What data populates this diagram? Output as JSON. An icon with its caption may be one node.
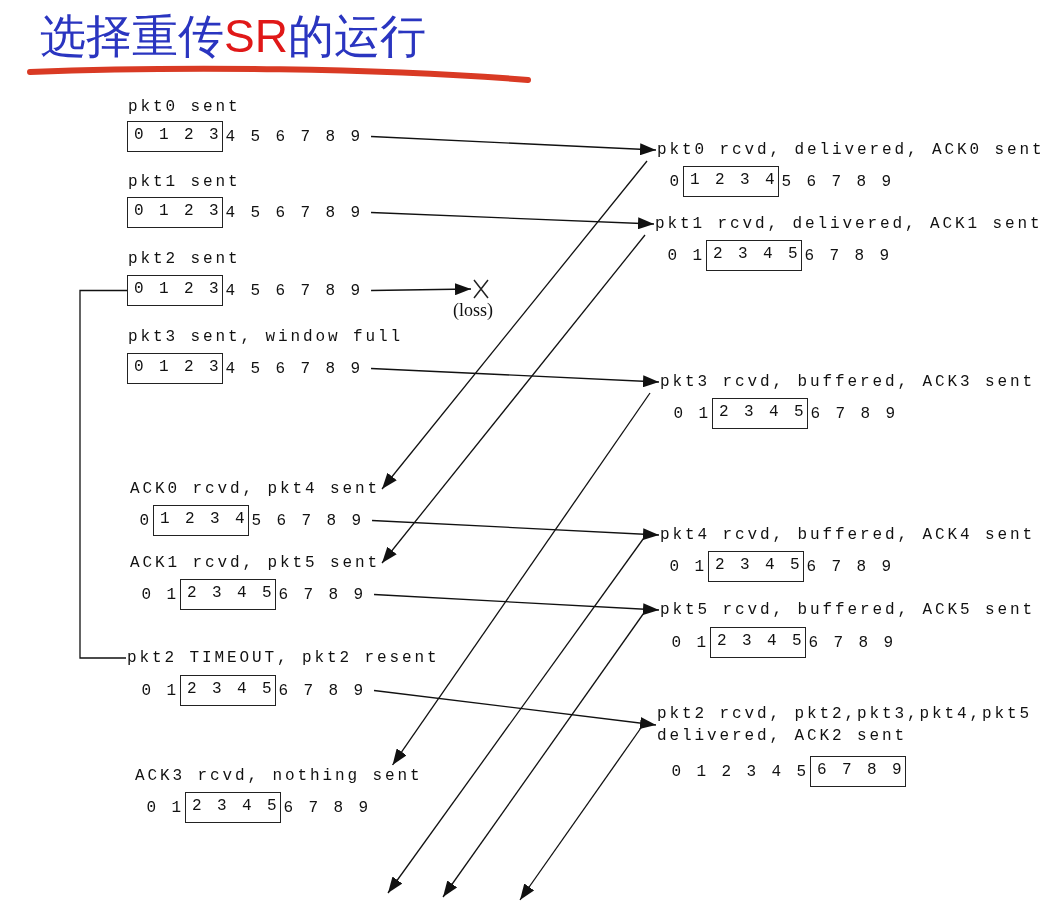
{
  "diagram": {
    "title": "选择重传**SR**的运行",
    "nodes": [
      {
        "text": [
          "pkt0 sent"
        ]
      },
      {
        "text": [
          "0 1 2 3"
        ],
        "beside": [
          "4 5 6 7 8 9"
        ]
      },
      {
        "text": [
          "pkt0 rcvd, delivered, ACK0 sent"
        ]
      },
      {
        "text": [
          "1 2 3 4"
        ],
        "beside": [
          "0",
          "5 6 7 8 9"
        ]
      },
      {
        "text": [
          "pkt1 sent"
        ]
      },
      {
        "text": [
          "0 1 2 3"
        ],
        "beside": [
          "4 5 6 7 8 9"
        ]
      },
      {
        "text": [
          "pkt1 rcvd, delivered, ACK1 sent"
        ]
      },
      {
        "text": [
          "2 3 4 5"
        ],
        "beside": [
          "0 1",
          "6 7 8 9"
        ]
      },
      {
        "text": [
          "pkt2 sent"
        ]
      },
      {
        "text": [
          "0 1 2 3"
        ],
        "beside": [
          "4 5 6 7 8 9"
        ]
      },
      {
        "text": [],
        "shape": "cross",
        "beside": [
          "(loss)"
        ]
      },
      {
        "text": [
          "pkt3 sent, window full"
        ]
      },
      {
        "text": [
          "0 1 2 3"
        ],
        "beside": [
          "4 5 6 7 8 9"
        ]
      },
      {
        "text": [
          "pkt3 rcvd, buffered, ACK3 sent"
        ]
      },
      {
        "text": [
          "2 3 4 5"
        ],
        "beside": [
          "0 1",
          "6 7 8 9"
        ]
      },
      {
        "text": [
          "ACK0 rcvd, pkt4 sent"
        ]
      },
      {
        "text": [
          "1 2 3 4"
        ],
        "beside": [
          "0",
          "5 6 7 8 9"
        ]
      },
      {
        "text": [
          "pkt4 rcvd, buffered, ACK4 sent"
        ]
      },
      {
        "text": [
          "2 3 4 5"
        ],
        "beside": [
          "0 1",
          "6 7 8 9"
        ]
      },
      {
        "text": [
          "ACK1 rcvd, pkt5 sent"
        ]
      },
      {
        "text": [
          "2 3 4 5"
        ],
        "beside": [
          "0 1",
          "6 7 8 9"
        ]
      },
      {
        "text": [
          "pkt5 rcvd, buffered, ACK5 sent"
        ]
      },
      {
        "text": [
          "2 3 4 5"
        ],
        "beside": [
          "0 1",
          "6 7 8 9"
        ]
      },
      {
        "text": [
          "pkt2 TIMEOUT, pkt2 resent"
        ]
      },
      {
        "text": [
          "2 3 4 5"
        ],
        "beside": [
          "0 1",
          "6 7 8 9"
        ]
      },
      {
        "text": [
          "pkt2 rcvd, pkt2,pkt3,pkt4,pkt5 delivered, ACK2 sent"
        ]
      },
      {
        "text": [
          "6 7 8 9"
        ],
        "beside": [
          "0 1 2 3 4 5"
        ]
      },
      {
        "text": [
          "ACK3 rcvd, nothing sent"
        ]
      },
      {
        "text": [
          "2 3 4 5"
        ],
        "beside": [
          "0 1",
          "6 7 8 9"
        ]
      }
    ],
    "edges": [
      {
        "from": 1,
        "to": 2,
        "arrow": "to"
      },
      {
        "from": 5,
        "to": 6,
        "arrow": "to"
      },
      {
        "from": 9,
        "to": 10,
        "arrow": "to"
      },
      {
        "from": 12,
        "to": 13,
        "arrow": "to"
      },
      {
        "from": 2,
        "to": 15,
        "arrow": "to"
      },
      {
        "from": 6,
        "to": 19,
        "arrow": "to"
      },
      {
        "from": 16,
        "to": 17,
        "arrow": "to"
      },
      {
        "from": 20,
        "to": 21,
        "arrow": "to"
      },
      {
        "from": 13,
        "to": 27,
        "arrow": "to"
      },
      {
        "from": 24,
        "to": 25,
        "arrow": "to"
      },
      {
        "from": 17,
        "to": null,
        "arrow": "to"
      },
      {
        "from": 21,
        "to": null,
        "arrow": "to"
      },
      {
        "from": 25,
        "to": null,
        "arrow": "to"
      },
      {
        "from": 9,
        "to": 23,
        "arrow": "none"
      }
    ]
  }
}
